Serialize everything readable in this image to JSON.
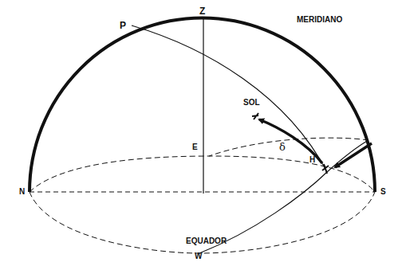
{
  "diagram": {
    "labels": [
      "P",
      "Z",
      "MERIDIANO",
      "SOL",
      "δ",
      "E",
      "H",
      "N",
      "S",
      "EQUADOR",
      "W"
    ]
  }
}
